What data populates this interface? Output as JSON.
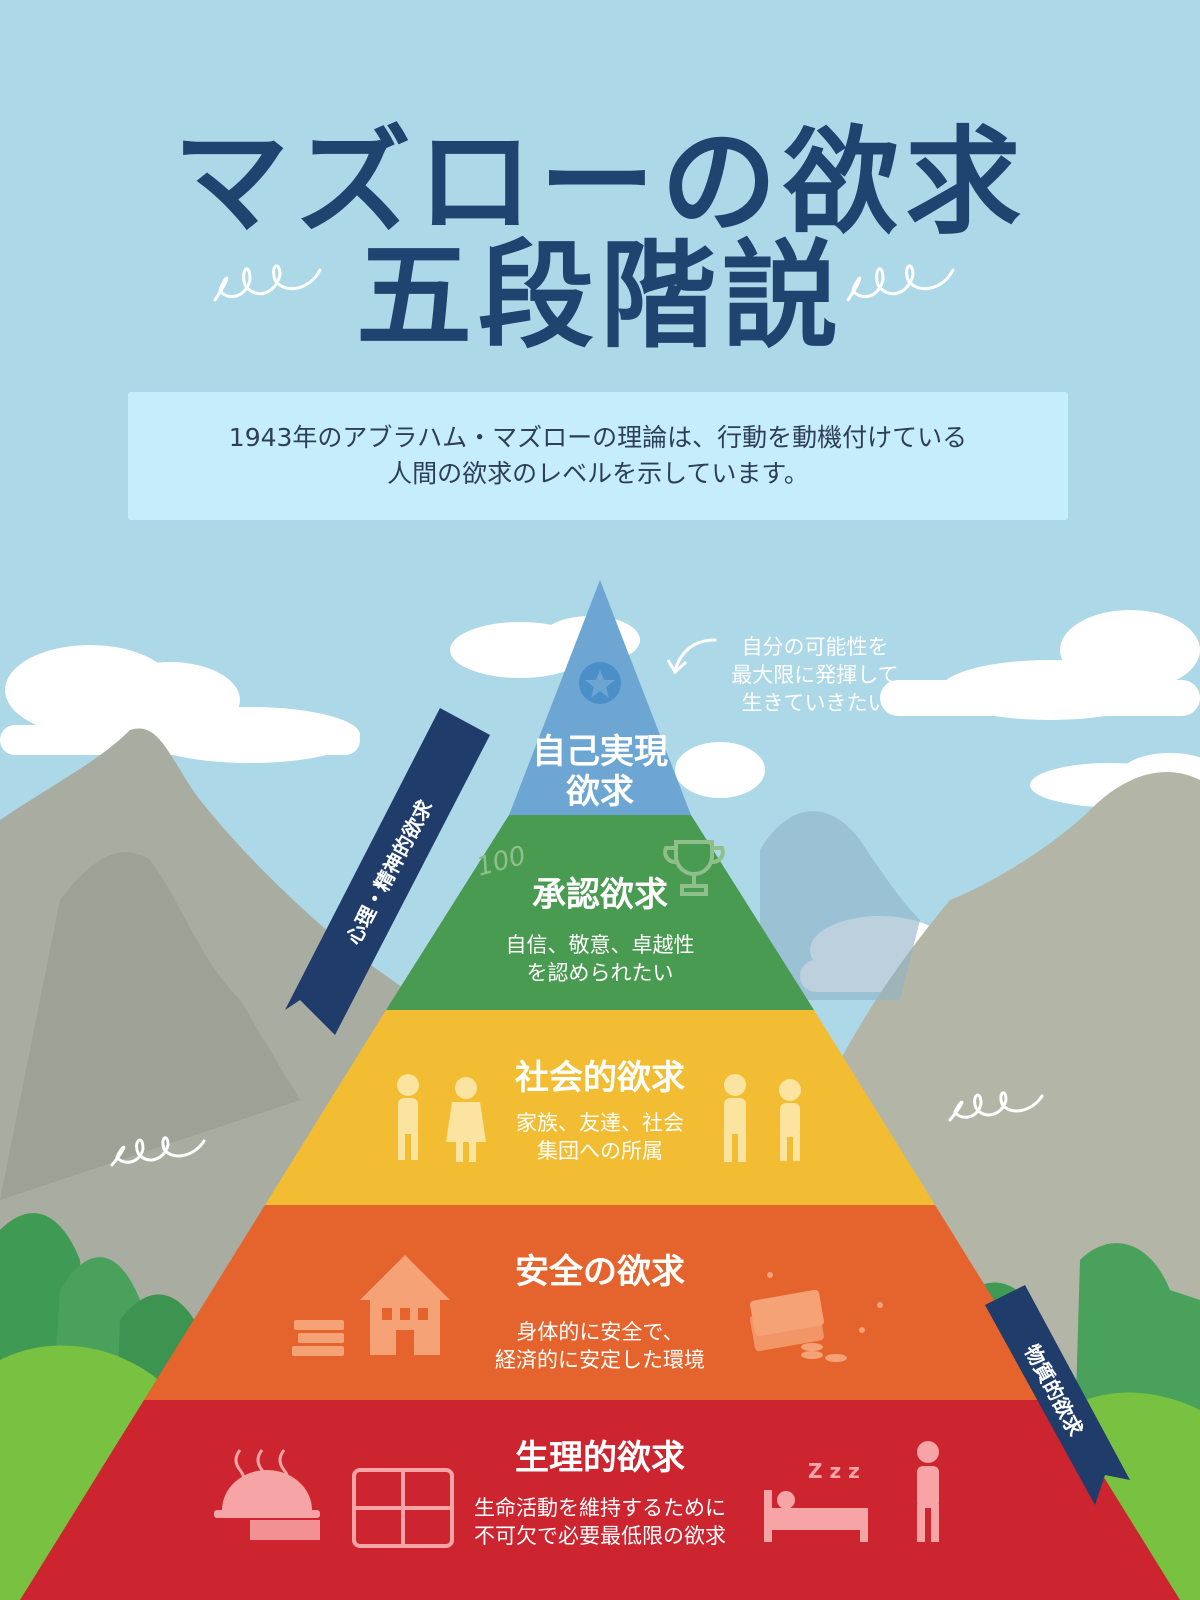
{
  "title": {
    "line1": "マズローの欲求",
    "line2": "五段階説"
  },
  "intro": {
    "line1": "1943年のアブラハム・マズローの理論は、行動を動機付けている",
    "line2": "人間の欲求のレベルを示しています。"
  },
  "pyramid": {
    "levels": [
      {
        "title_line1": "自己実現",
        "title_line2": "欲求",
        "color": "#6ea6d3"
      },
      {
        "title": "承認欲求",
        "desc_line1": "自信、敬意、卓越性",
        "desc_line2": "を認められたい",
        "color": "#4a9b52"
      },
      {
        "title": "社会的欲求",
        "desc_line1": "家族、友達、社会",
        "desc_line2": "集団への所属",
        "color": "#f2bd33"
      },
      {
        "title": "安全の欲求",
        "desc_line1": "身体的に安全で、",
        "desc_line2": "経済的に安定した環境",
        "color": "#e5642d"
      },
      {
        "title": "生理的欲求",
        "desc_line1": "生命活動を維持するために",
        "desc_line2": "不可欠で必要最低限の欲求",
        "color": "#cc2530"
      }
    ]
  },
  "note": {
    "line1": "自分の可能性を",
    "line2": "最大限に発揮して",
    "line3": "生きていきたい"
  },
  "ribbons": {
    "left": "心理・精神的欲求",
    "right": "物質的欲求"
  },
  "colors": {
    "sky": "#add8e8",
    "title": "#1f4470",
    "ribbon": "#1f3c6a"
  }
}
